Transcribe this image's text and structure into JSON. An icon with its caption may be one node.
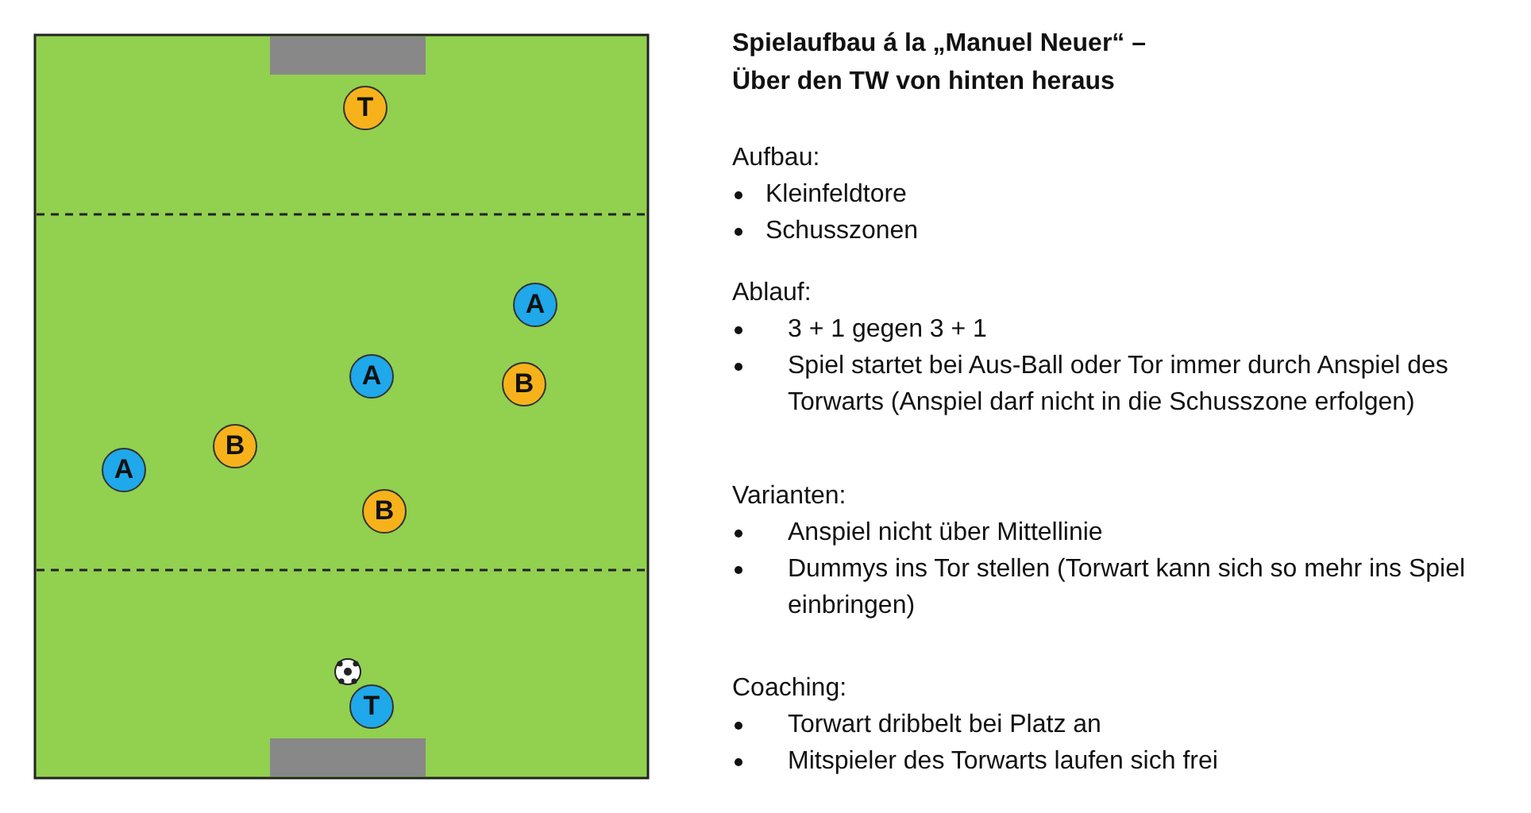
{
  "diagram": {
    "title": "Spielaufbau á la „Manuel Neuer“ – Über den TW von hinten heraus",
    "nodes": [
      {
        "text": [
          "T"
        ]
      },
      {
        "text": [
          "A"
        ]
      },
      {
        "text": [
          "A"
        ]
      },
      {
        "text": [
          "B"
        ]
      },
      {
        "text": [
          "B"
        ]
      },
      {
        "text": [
          "A"
        ]
      },
      {
        "text": [
          "B"
        ]
      },
      {
        "text": [
          "T"
        ]
      }
    ],
    "labels": [
      "Aufbau:",
      "Kleinfeldtore",
      "Schusszonen",
      "Ablauf:",
      "3 + 1 gegen 3 + 1",
      "Spiel startet bei Aus-Ball oder Tor immer durch Anspiel des Torwarts (Anspiel darf nicht in die Schusszone erfolgen)",
      "Varianten:",
      "Anspiel nicht über Mittellinie",
      "Dummys ins Tor stellen (Torwart kann sich so mehr ins Spiel einbringen)",
      "Coaching:",
      "Torwart dribbelt bei Platz an",
      "Mitspieler des Torwarts laufen sich frei"
    ]
  }
}
